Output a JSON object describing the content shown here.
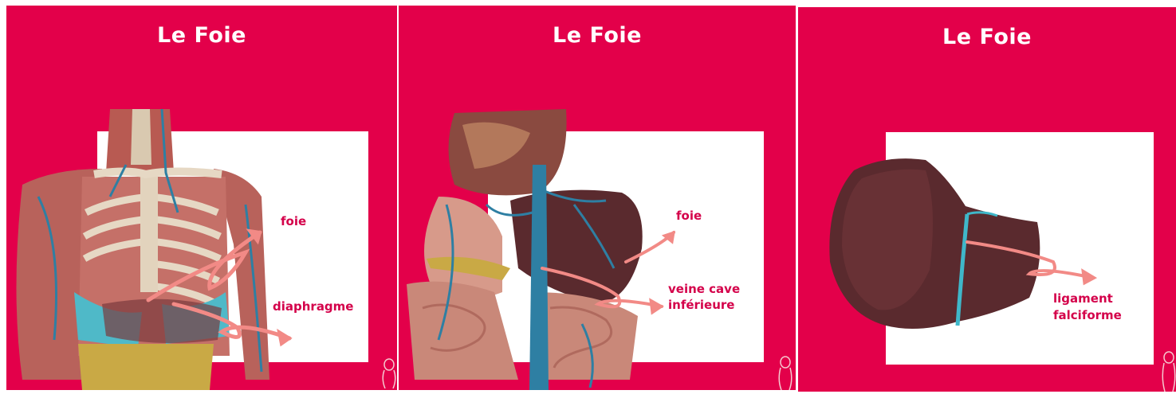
{
  "colors": {
    "slide_bg": "#e3004a",
    "label": "#d4004a",
    "arrow": "#f28a86",
    "vein": "#2e7fa3"
  },
  "slides": [
    {
      "title": "Le Foie",
      "labels": {
        "foie": "foie",
        "diaphragme": "diaphragme"
      }
    },
    {
      "title": "Le Foie",
      "labels": {
        "foie": "foie",
        "veine_line1": "veine cave",
        "veine_line2": "inférieure"
      }
    },
    {
      "title": "Le Foie",
      "labels": {
        "lig_line1": "ligament",
        "lig_line2": "falciforme"
      }
    }
  ],
  "icons": [
    "torso-logo-icon",
    "arrow-icon"
  ]
}
